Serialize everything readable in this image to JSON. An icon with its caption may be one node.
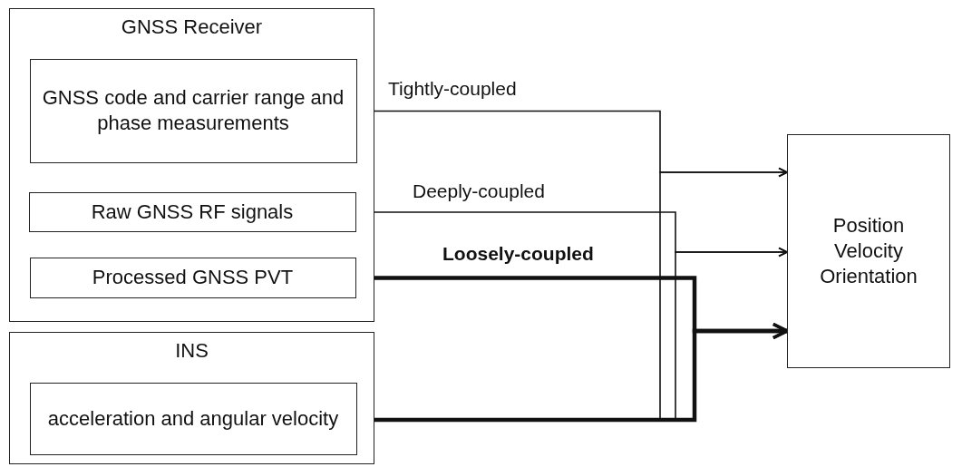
{
  "diagram": {
    "nodes": [
      {
        "text": [
          "GNSS Receiver"
        ]
      },
      {
        "text": [
          "GNSS code and carrier range and phase measurements"
        ],
        "in": 0
      },
      {
        "text": [
          "Raw GNSS RF signals"
        ],
        "in": 0
      },
      {
        "text": [
          "Processed GNSS PVT"
        ],
        "in": 0
      },
      {
        "text": [
          "INS"
        ]
      },
      {
        "text": [
          "acceleration and angular velocity"
        ],
        "in": 4
      },
      {
        "text": [
          "Position Velocity Orientation"
        ]
      }
    ],
    "edges": [
      {
        "from": 1,
        "to": 6,
        "arrow": "to",
        "label": "Tightly-coupled"
      },
      {
        "from": 5,
        "to": 6,
        "arrow": "to"
      },
      {
        "from": 2,
        "to": 6,
        "arrow": "to",
        "label": "Deeply-coupled"
      },
      {
        "from": 5,
        "to": 6,
        "arrow": "to"
      },
      {
        "from": 3,
        "to": 6,
        "arrow": "to",
        "label": "Loosely-coupled",
        "style": "thick"
      },
      {
        "from": 5,
        "to": 6,
        "arrow": "to",
        "style": "thick"
      }
    ]
  }
}
